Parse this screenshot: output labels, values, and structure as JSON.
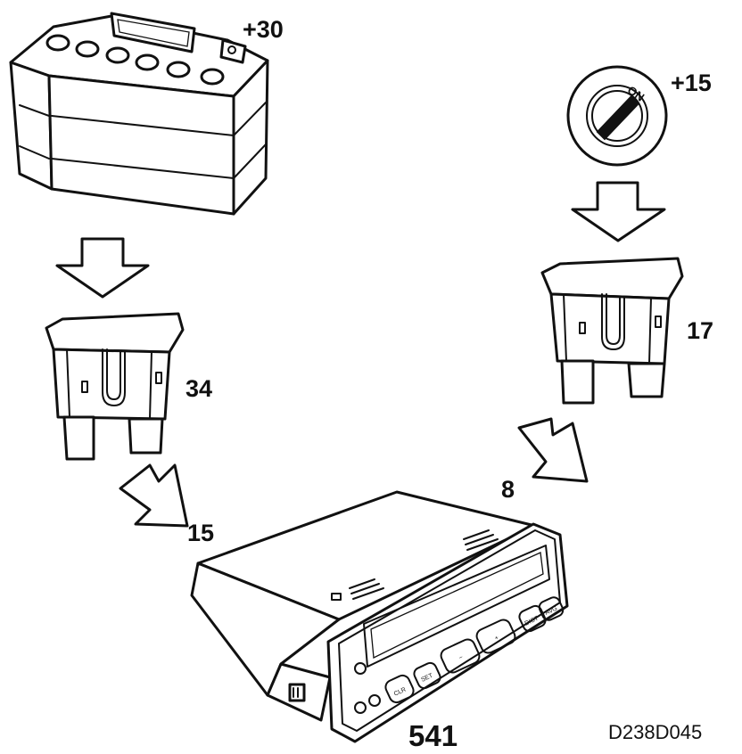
{
  "labels": {
    "battery_terminal": "+30",
    "ignition_terminal": "+15",
    "ignition_position": "ON",
    "fuse_left": "34",
    "fuse_right": "17",
    "pin_left": "15",
    "pin_right": "8",
    "unit_number": "541",
    "drawing_code": "D238D045"
  },
  "unit_buttons": {
    "clr": "CLR",
    "set": "SET",
    "minus": "−",
    "plus": "+",
    "dist": "DIST",
    "avg": "AVG"
  },
  "colors": {
    "ink": "#111111",
    "paper": "#ffffff"
  }
}
